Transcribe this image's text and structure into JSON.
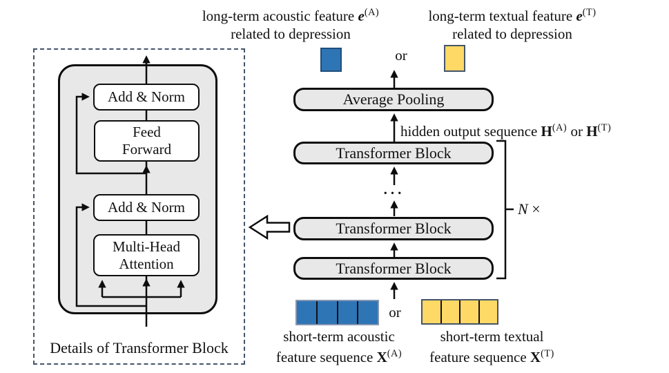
{
  "colors": {
    "acoustic_blue": "#2E75B6",
    "acoustic_blue_border": "#1F4E79",
    "textual_yellow": "#FFD966",
    "textual_yellow_border": "#44546A",
    "block_fill": "#E8E8E8",
    "dashed_border": "#44546A"
  },
  "top": {
    "acoustic": {
      "line1_pre": "long-term acoustic feature ",
      "e": "e",
      "sup": "(A)",
      "line2": "related to depression"
    },
    "textual": {
      "line1_pre": "long-term textual feature ",
      "e": "e",
      "sup": "(T)",
      "line2": "related to depression"
    },
    "or": "or"
  },
  "pipeline": {
    "average_pooling": "Average Pooling",
    "hidden": {
      "pre": "hidden output sequence ",
      "h1": "H",
      "sup1": "(A)",
      "mid": " or ",
      "h2": "H",
      "sup2": "(T)"
    },
    "block_top": "Transformer Block",
    "block_middle": "Transformer Block",
    "block_bottom": "Transformer Block",
    "dots": "...",
    "repeat": {
      "n": "N",
      "times": "×"
    }
  },
  "details_panel": {
    "add_norm_top": "Add & Norm",
    "feed_forward": {
      "line1": "Feed",
      "line2": "Forward"
    },
    "add_norm_bottom": "Add & Norm",
    "attention": {
      "line1": "Multi-Head",
      "line2": "Attention"
    },
    "caption": "Details of Transformer Block"
  },
  "bottom": {
    "or": "or",
    "acoustic": {
      "line1": "short-term acoustic",
      "line2_pre": "feature sequence ",
      "x": "X",
      "sup": "(A)"
    },
    "textual": {
      "line1": "short-term textual",
      "line2_pre": "feature sequence ",
      "x": "X",
      "sup": "(T)"
    }
  }
}
